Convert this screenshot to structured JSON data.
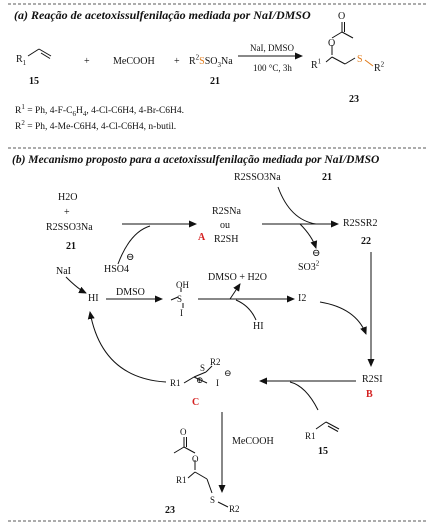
{
  "section_a": {
    "title": "(a) Reação de acetoxissulfenilação mediada por NaI/DMSO",
    "r1": "R",
    "r1_sub": "1",
    "plus1": "+",
    "acid": "MeCOOH",
    "plus2": "+",
    "salt_r": "R",
    "salt_r_sup": "2",
    "salt_s": "S",
    "salt_rest": "SO",
    "salt_sub": "3",
    "salt_na": "Na",
    "cond1": "NaI, DMSO",
    "cond2": "100 °C, 3h",
    "num15": "15",
    "num21": "21",
    "num23": "23",
    "prod_o1": "O",
    "prod_o2": "O",
    "prod_r1": "R",
    "prod_r1_sup": "1",
    "prod_s": "S",
    "prod_r2": "R",
    "prod_r2_sup": "2",
    "note1_pre": "R",
    "note1_sup": "1",
    "note1_text": " = Ph, 4-F-C",
    "note1_h": "6",
    "note1_text2": "H",
    "note1_text3": "4",
    "note1_rest": ", 4-Cl-C6H4, 4-Br-C6H4.",
    "note2_pre": "R",
    "note2_sup": "2",
    "note2_rest": " = Ph, 4-Me-C6H4, 4-Cl-C6H4, n-butil."
  },
  "section_b": {
    "title": "(b) Mecanismo proposto para a acetoxissulfenilação mediada por NaI/DMSO",
    "h2o": "H2O",
    "plus": "+",
    "salt_left": "R2SSO3Na",
    "num21_left": "21",
    "salt_top": "R2SSO3Na",
    "num21_top": "21",
    "r2sna": "R2SNa",
    "ou": "ou",
    "r2sh": "R2SH",
    "label_A": "A",
    "hso4": "HSO4",
    "minus": "⊖",
    "so3": "SO3",
    "so3_charge": "2",
    "disulfide": "R2SSR2",
    "num22": "22",
    "nai": "NaI",
    "hi_left": "HI",
    "dmso": "DMSO",
    "dmso_oh": "OH",
    "dmso_s": "S",
    "dmso_i": "I",
    "dmso_h2o": "DMSO + H2O",
    "i2": "I2",
    "hi_mid": "HI",
    "r2si": "R2SI",
    "label_B": "B",
    "episulfonium_r1": "R1",
    "episulfonium_s": "S",
    "episulfonium_r2": "R2",
    "episulfonium_i": "I",
    "label_C": "C",
    "num15_b": "15",
    "r1_b": "R1",
    "acid_b": "MeCOOH",
    "num23_b": "23",
    "prod_o1": "O",
    "prod_o2": "O",
    "prod_r1": "R1",
    "prod_s": "S",
    "prod_r2": "R2"
  }
}
